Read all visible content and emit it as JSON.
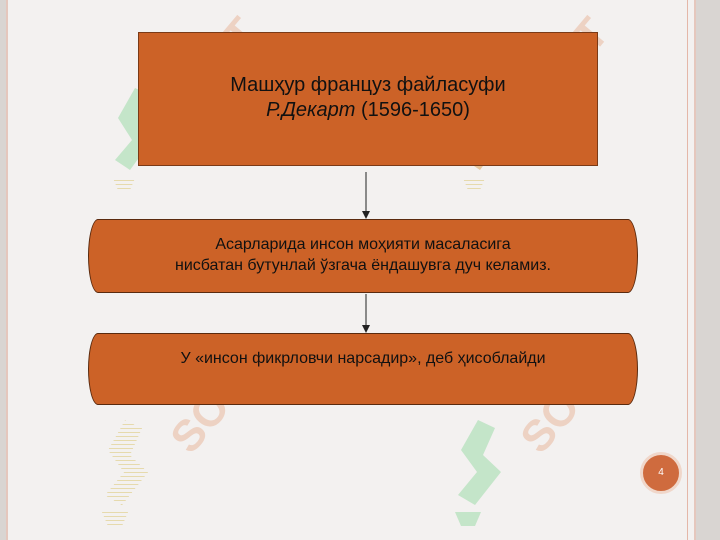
{
  "box1": {
    "line1": "Машҳур француз файласуфи",
    "name": "Р.Декарт",
    "years": " (1596-1650)"
  },
  "box2": {
    "line1": "Асарларида инсон моҳияти масаласига",
    "line2": "нисбатан бутунлай ўзгача ёндашувга дуч келамиз."
  },
  "box3": {
    "line1": "У «инсон фикрловчи нарсадир», деб ҳисоблайди"
  },
  "watermark": "SOFT",
  "page_number": "4",
  "colors": {
    "box_fill": "#cc6227",
    "badge": "#cf6b3e",
    "watermark_green": "#bfe3c4",
    "watermark_orange": "#e9b9a0"
  }
}
